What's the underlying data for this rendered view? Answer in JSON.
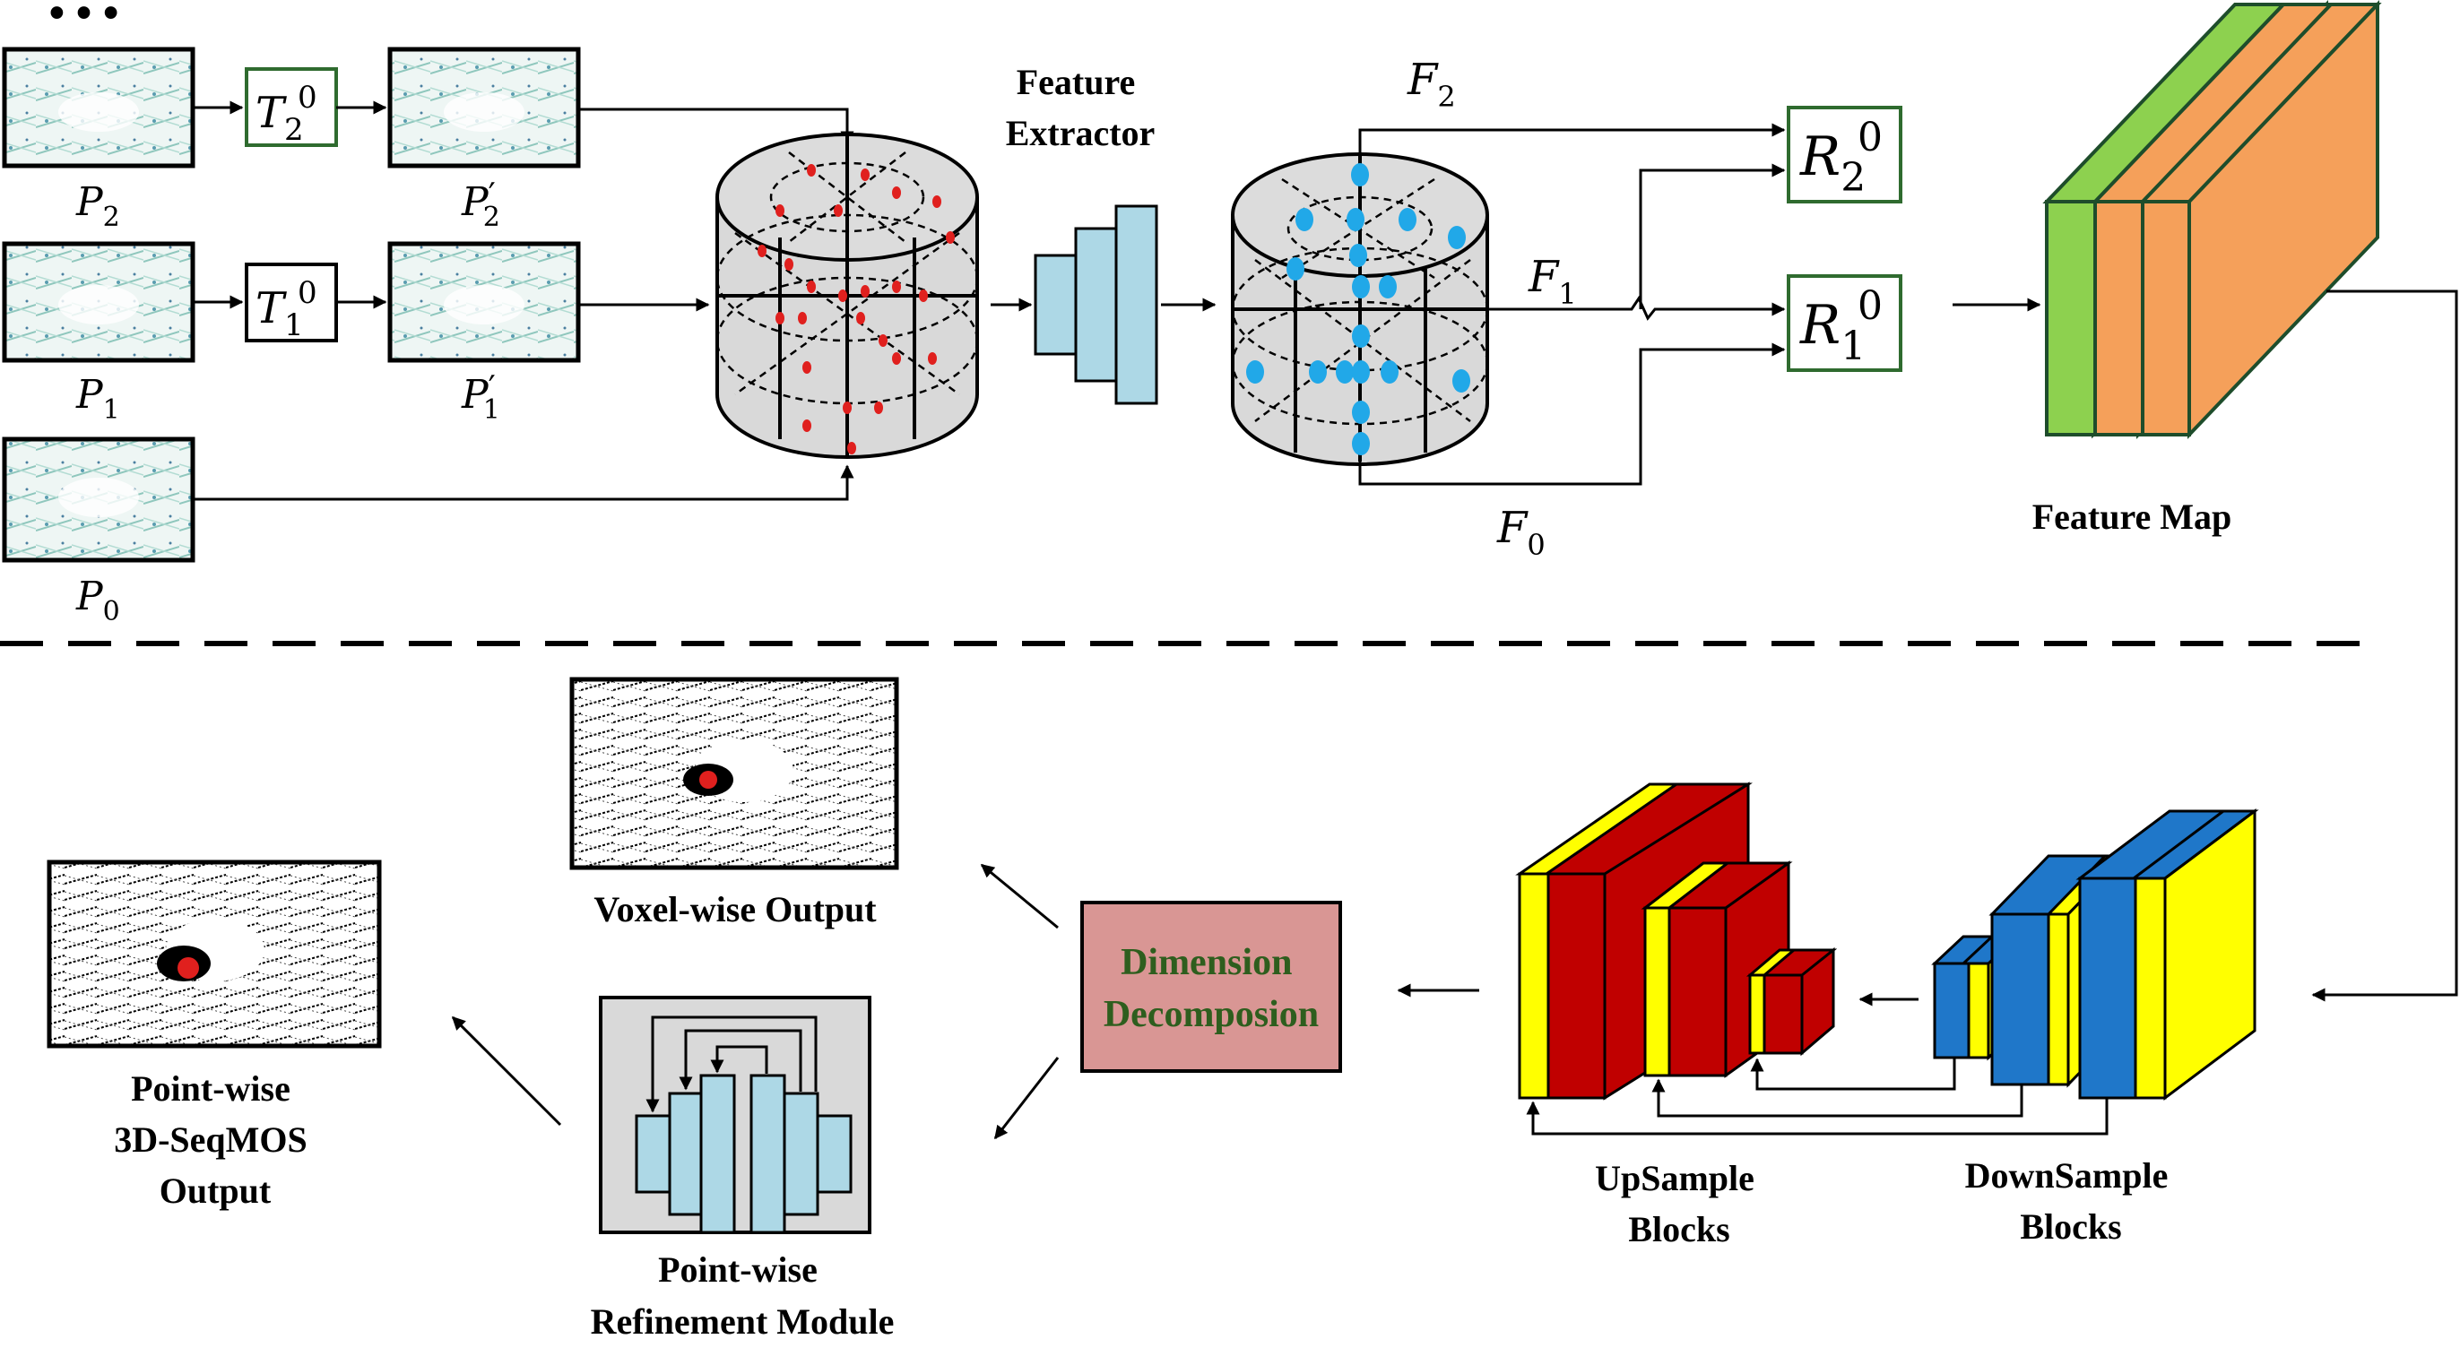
{
  "top": {
    "ellipsis": "• • •",
    "frames": [
      {
        "name": "P",
        "sub": "2"
      },
      {
        "name": "P",
        "sub": "1"
      },
      {
        "name": "P",
        "sub": "0"
      }
    ],
    "transformed": [
      {
        "name": "P",
        "prime": "′",
        "sub": "2"
      },
      {
        "name": "P",
        "prime": "′",
        "sub": "1"
      }
    ],
    "transforms": [
      {
        "name": "T",
        "sup": "0",
        "sub": "2"
      },
      {
        "name": "T",
        "sup": "0",
        "sub": "1"
      }
    ],
    "feature_extractor": [
      "Feature",
      "Extractor"
    ],
    "features": [
      {
        "name": "F",
        "sub": "2"
      },
      {
        "name": "F",
        "sub": "1"
      },
      {
        "name": "F",
        "sub": "0"
      }
    ],
    "residuals": [
      {
        "name": "R",
        "sup": "0",
        "sub": "2"
      },
      {
        "name": "R",
        "sup": "0",
        "sub": "1"
      }
    ],
    "feature_map": "Feature Map"
  },
  "bottom": {
    "voxel_output": "Voxel-wise Output",
    "point_output": [
      "Point-wise",
      "3D-SeqMOS",
      "Output"
    ],
    "refinement": [
      "Point-wise",
      "Refinement Module"
    ],
    "dimension": [
      "Dimension",
      "Decomposion"
    ],
    "upsample": [
      "UpSample",
      "Blocks"
    ],
    "downsample": [
      "DownSample",
      "Blocks"
    ]
  },
  "colors": {
    "accent_green": "#8dd14f",
    "orange": "#f5a05a",
    "red_block": "#c00000",
    "yellow_block": "#ffff00",
    "blue_block": "#1f77c9",
    "light_blue": "#add8e6",
    "decomp_fill": "#d99694",
    "decomp_text": "#2e5e1e",
    "red_point": "#e0201e",
    "blue_point": "#21a8e8",
    "cylinder_gray": "#d9d9d9"
  }
}
